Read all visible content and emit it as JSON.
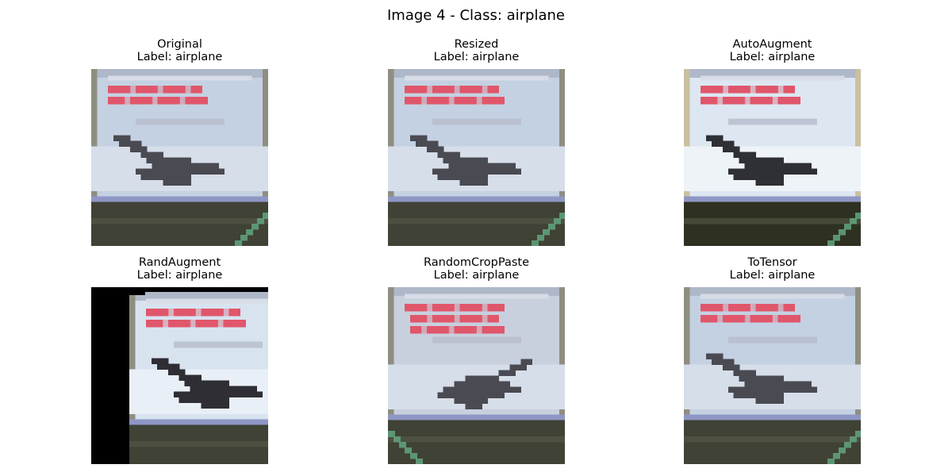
{
  "figure": {
    "title": "Image 4 - Class: airplane"
  },
  "panels": [
    {
      "name": "Original",
      "label": "Label: airplane",
      "image": {
        "variant": "original",
        "description_name": "concorde-airplane-photo"
      }
    },
    {
      "name": "Resized",
      "label": "Label: airplane",
      "image": {
        "variant": "resized",
        "description_name": "concorde-airplane-photo"
      }
    },
    {
      "name": "AutoAugment",
      "label": "Label: airplane",
      "image": {
        "variant": "autoaugment",
        "description_name": "concorde-airplane-photo-high-contrast"
      }
    },
    {
      "name": "RandAugment",
      "label": "Label: airplane",
      "image": {
        "variant": "randaugment",
        "description_name": "concorde-airplane-photo-shifted"
      }
    },
    {
      "name": "RandomCropPaste",
      "label": "Label: airplane",
      "image": {
        "variant": "randomcroppaste",
        "description_name": "concorde-airplane-photo-mirrored"
      }
    },
    {
      "name": "ToTensor",
      "label": "Label: airplane",
      "image": {
        "variant": "totensor",
        "description_name": "concorde-airplane-photo"
      }
    }
  ],
  "colors": {
    "sky": "#c6d3e3",
    "poster_text": "#e0566a",
    "plane": "#4a4a52",
    "ground": "#3f4235",
    "grass_stripe": "#5fa07a"
  }
}
